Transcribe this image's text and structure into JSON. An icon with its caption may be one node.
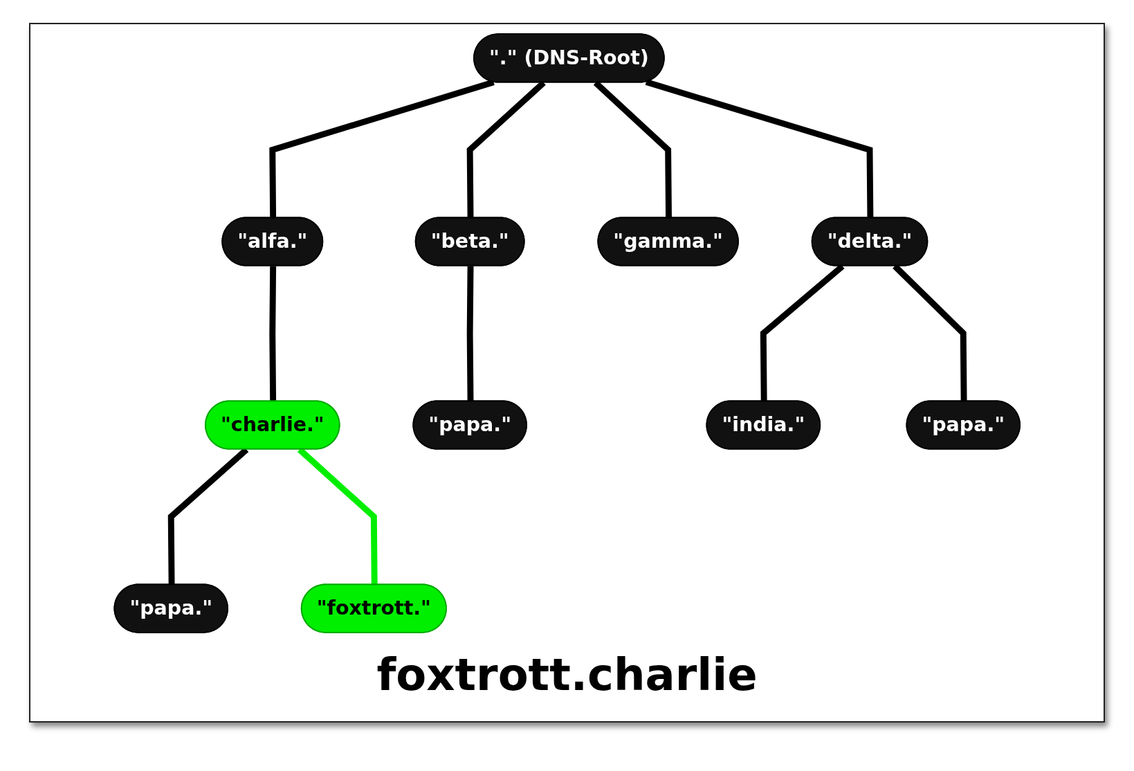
{
  "diagram": {
    "caption": "foxtrott.charlie",
    "nodes": [
      {
        "text": [
          "\".\" (DNS-Root)"
        ]
      },
      {
        "text": [
          "\"alfa.\""
        ]
      },
      {
        "text": [
          "\"beta.\""
        ]
      },
      {
        "text": [
          "\"gamma.\""
        ]
      },
      {
        "text": [
          "\"delta.\""
        ]
      },
      {
        "text": [
          "\"charlie.\""
        ]
      },
      {
        "text": [
          "\"papa.\""
        ]
      },
      {
        "text": [
          "\"india.\""
        ]
      },
      {
        "text": [
          "\"papa.\""
        ]
      },
      {
        "text": [
          "\"papa.\""
        ]
      },
      {
        "text": [
          "\"foxtrott.\""
        ]
      }
    ],
    "edges": [
      {
        "from": 0,
        "to": 1,
        "arrow": "none"
      },
      {
        "from": 0,
        "to": 2,
        "arrow": "none"
      },
      {
        "from": 0,
        "to": 3,
        "arrow": "none"
      },
      {
        "from": 0,
        "to": 4,
        "arrow": "none"
      },
      {
        "from": 1,
        "to": 5,
        "arrow": "none"
      },
      {
        "from": 2,
        "to": 6,
        "arrow": "none"
      },
      {
        "from": 4,
        "to": 7,
        "arrow": "none"
      },
      {
        "from": 4,
        "to": 8,
        "arrow": "none"
      },
      {
        "from": 5,
        "to": 9,
        "arrow": "none"
      },
      {
        "from": 5,
        "to": 10,
        "arrow": "none",
        "color": "#00ee00"
      }
    ]
  }
}
